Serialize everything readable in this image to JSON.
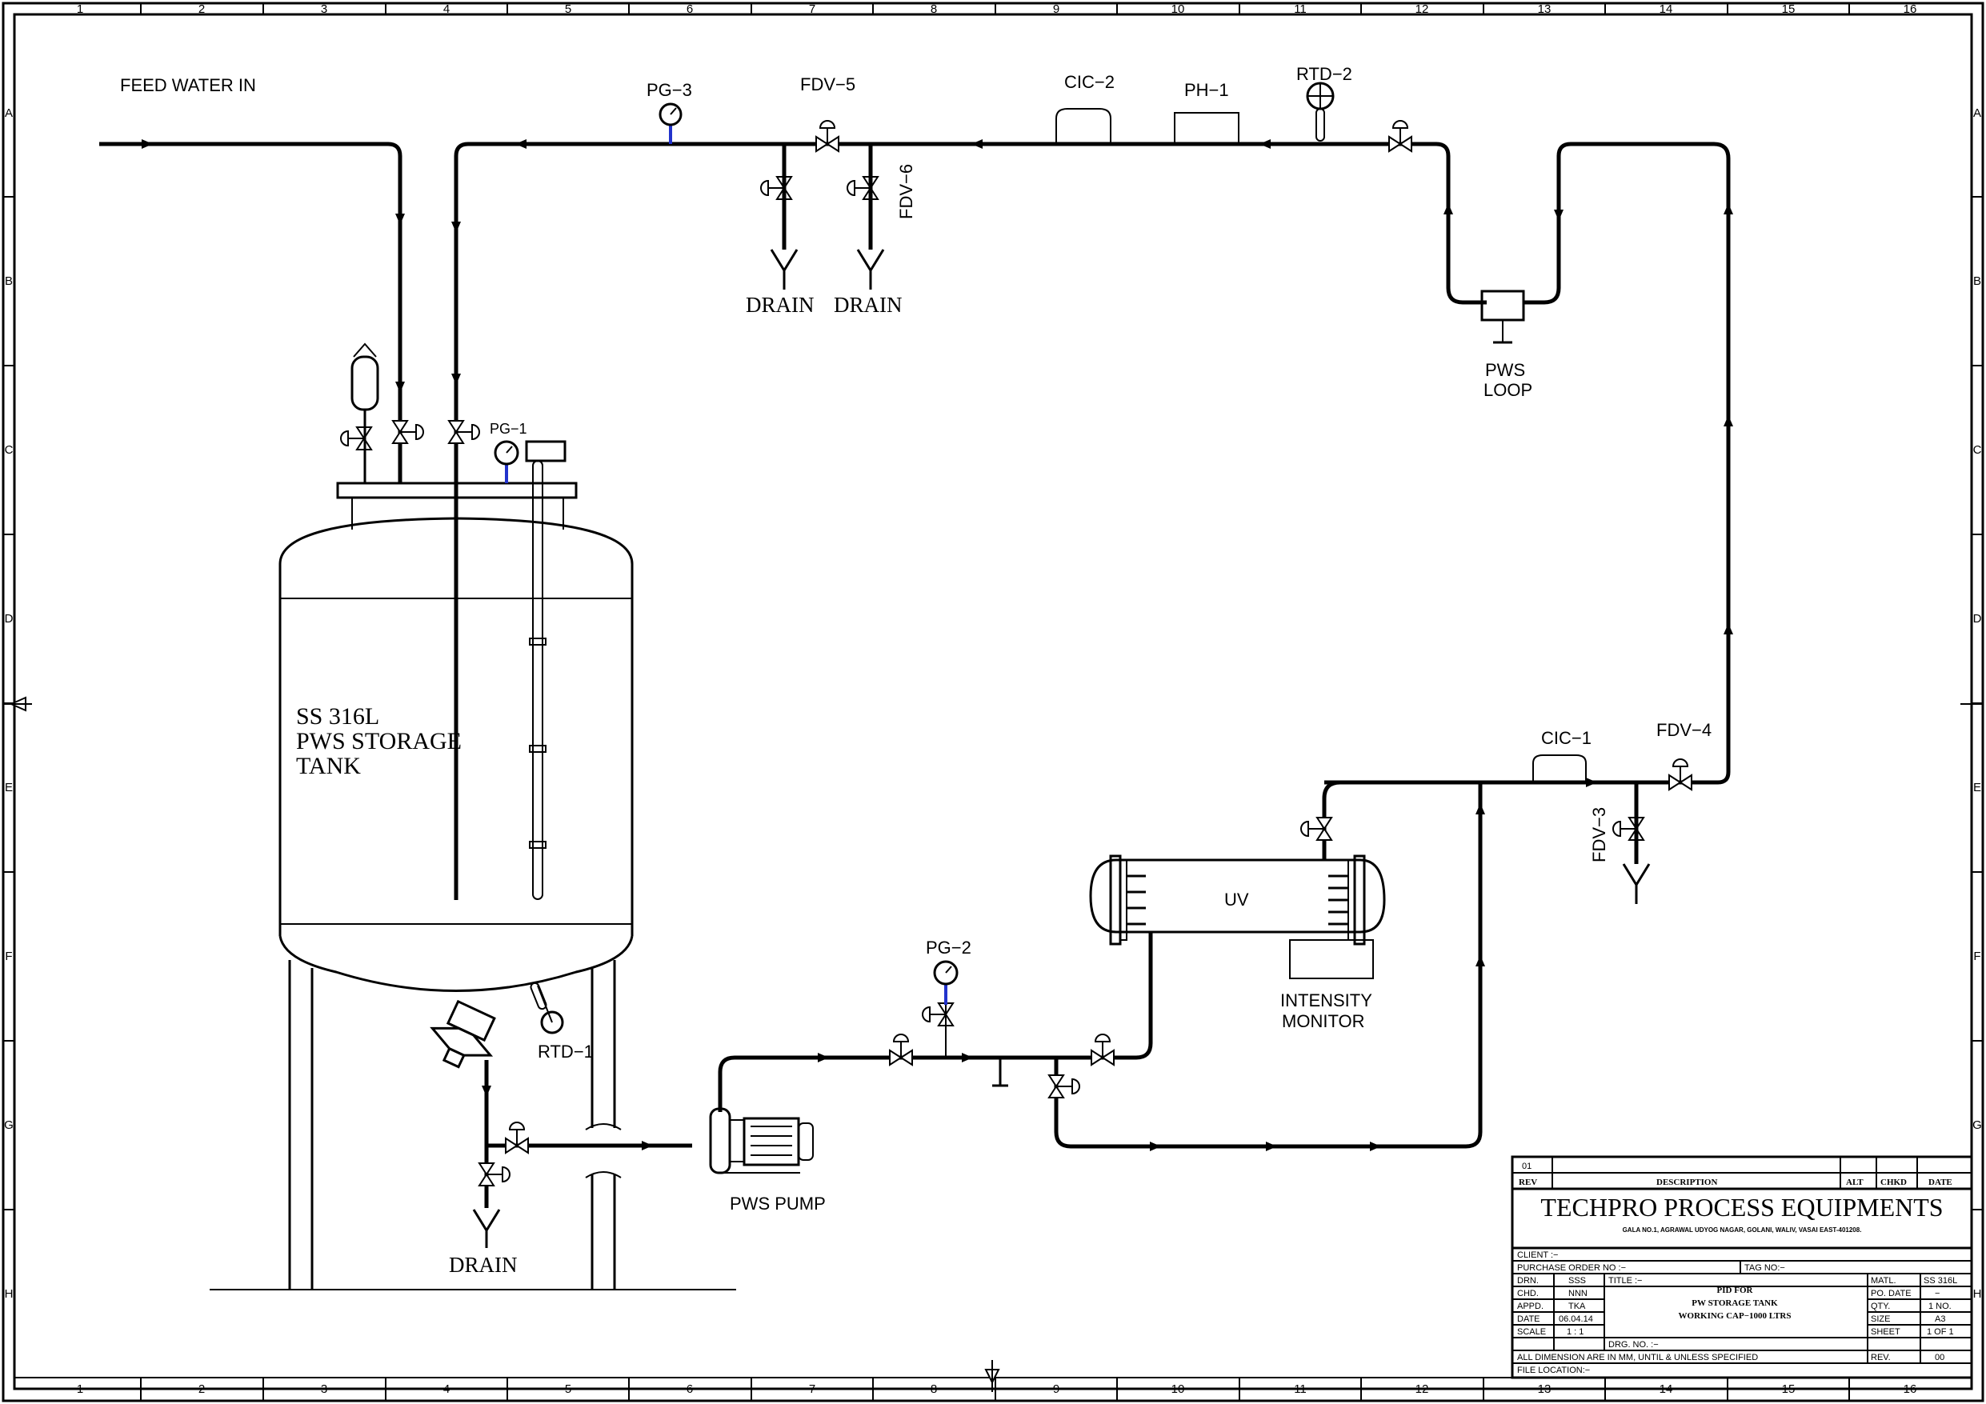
{
  "frame": {
    "cols": [
      "1",
      "2",
      "3",
      "4",
      "5",
      "6",
      "7",
      "8",
      "9",
      "10",
      "11",
      "12",
      "13",
      "14",
      "15",
      "16"
    ],
    "rows": [
      "A",
      "B",
      "C",
      "D",
      "E",
      "F",
      "G",
      "H"
    ]
  },
  "labels": {
    "feed_water_in": "FEED WATER IN",
    "pg3": "PG−3",
    "fdv5": "FDV−5",
    "fdv6": "FDV−6",
    "cic2": "CIC−2",
    "ph1": "PH−1",
    "rtd2": "RTD−2",
    "drain1": "DRAIN",
    "drain2": "DRAIN",
    "drain3": "DRAIN",
    "pws_loop_1": "PWS",
    "pws_loop_2": "LOOP",
    "pg1": "PG−1",
    "tank_1": "SS 316L",
    "tank_2": "PWS STORAGE",
    "tank_3": "TANK",
    "cic1": "CIC−1",
    "fdv4": "FDV−4",
    "fdv3": "FDV−3",
    "uv": "UV",
    "intensity_1": "INTENSITY",
    "intensity_2": "MONITOR",
    "pg2": "PG−2",
    "rtd1": "RTD−1",
    "pws_pump": "PWS PUMP"
  },
  "title_block": {
    "rev_no": "01",
    "rev": "REV",
    "description": "DESCRIPTION",
    "alt": "ALT",
    "chkd": "CHKD",
    "date": "DATE",
    "company": "TECHPRO PROCESS EQUIPMENTS",
    "address": "GALA NO.1, AGRAWAL UDYOG NAGAR, GOLANI, WALIV, VASAI EAST-401208.",
    "client": "CLIENT :−",
    "purchase_order": "PURCHASE ORDER NO :−",
    "tag_no": "TAG NO:−",
    "drn_k": "DRN.",
    "drn_v": "SSS",
    "chd_k": "CHD.",
    "chd_v": "NNN",
    "appd_k": "APPD.",
    "appd_v": "TKA",
    "date_k": "DATE",
    "date_v": "06.04.14",
    "scale_k": "SCALE",
    "scale_v": "1 : 1",
    "title_k": "TITLE :−",
    "title_1": "PID FOR",
    "title_2": "PW STORAGE TANK",
    "title_3": "WORKING CAP−1000 LTRS",
    "drg_no": "DRG. NO. :−",
    "matl_k": "MATL.",
    "matl_v": "SS 316L",
    "po_date_k": "PO. DATE",
    "po_date_v": "−",
    "qty_k": "QTY.",
    "qty_v": "1 NO.",
    "size_k": "SIZE",
    "size_v": "A3",
    "sheet_k": "SHEET",
    "sheet_v": "1 OF 1",
    "rev2_k": "REV.",
    "rev2_v": "00",
    "dimension_note": "ALL DIMENSION ARE IN MM, UNTIL & UNLESS SPECIFIED",
    "file_location": "FILE LOCATION:−"
  }
}
